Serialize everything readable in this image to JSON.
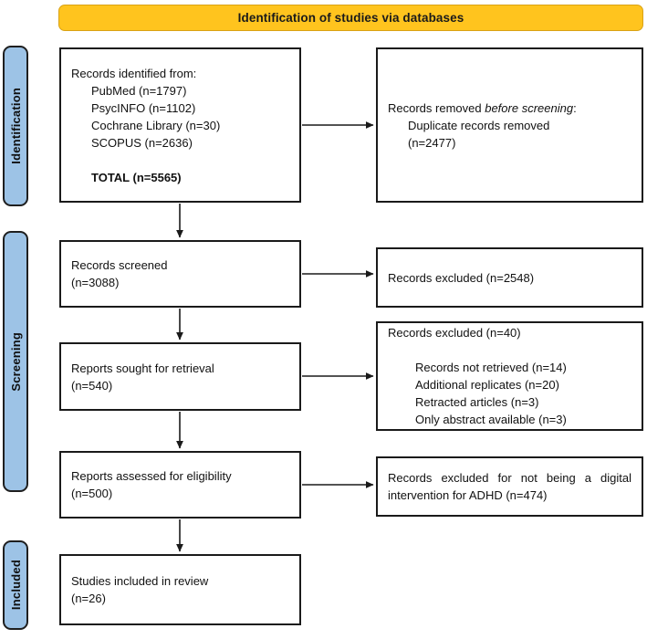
{
  "banner": {
    "title": "Identification of studies via databases",
    "color": "#FFC41E"
  },
  "stages": [
    {
      "name": "identification",
      "label": "Identification",
      "color": "#9DC3E6"
    },
    {
      "name": "screening",
      "label": "Screening",
      "color": "#9DC3E6"
    },
    {
      "name": "included",
      "label": "Included",
      "color": "#9DC3E6"
    }
  ],
  "boxes": {
    "identified": {
      "heading": "Records identified from:",
      "sources": [
        "PubMed (n=1797)",
        "PsycINFO (n=1102)",
        "Cochrane Library (n=30)",
        "SCOPUS (n=2636)"
      ],
      "total": "TOTAL (n=5565)"
    },
    "removed": {
      "line1_prefix": "Records removed ",
      "line1_italic": "before screening",
      "line1_suffix": ":",
      "line2": "Duplicate records removed",
      "line3": "(n=2477)"
    },
    "screened": {
      "line1": "Records screened",
      "line2": "(n=3088)"
    },
    "excluded1": {
      "line1": "Records excluded (n=2548)"
    },
    "sought": {
      "line1": "Reports sought for retrieval",
      "line2": "(n=540)"
    },
    "excluded2": {
      "heading": "Records excluded (n=40)",
      "reasons": [
        "Records not retrieved (n=14)",
        "Additional replicates (n=20)",
        "Retracted articles (n=3)",
        "Only abstract available (n=3)"
      ]
    },
    "assessed": {
      "line1": "Reports assessed for eligibility",
      "line2": "(n=500)"
    },
    "excluded3": {
      "line1": "Records excluded for not being a digital intervention for ADHD (n=474)"
    },
    "included": {
      "line1": "Studies included in review",
      "line2": "(n=26)"
    }
  },
  "chart_data": {
    "type": "diagram",
    "title": "PRISMA flow diagram",
    "nodes": [
      {
        "id": "identified",
        "stage": "Identification",
        "column": "left",
        "label": "Records identified from databases",
        "n": 5565,
        "breakdown": {
          "PubMed": 1797,
          "PsycINFO": 1102,
          "Cochrane Library": 30,
          "SCOPUS": 2636
        }
      },
      {
        "id": "removed",
        "stage": "Identification",
        "column": "right",
        "label": "Records removed before screening: Duplicate records removed",
        "n": 2477
      },
      {
        "id": "screened",
        "stage": "Screening",
        "column": "left",
        "label": "Records screened",
        "n": 3088
      },
      {
        "id": "excluded1",
        "stage": "Screening",
        "column": "right",
        "label": "Records excluded",
        "n": 2548
      },
      {
        "id": "sought",
        "stage": "Screening",
        "column": "left",
        "label": "Reports sought for retrieval",
        "n": 540
      },
      {
        "id": "excluded2",
        "stage": "Screening",
        "column": "right",
        "label": "Records excluded",
        "n": 40,
        "breakdown": {
          "Records not retrieved": 14,
          "Additional replicates": 20,
          "Retracted articles": 3,
          "Only abstract available": 3
        }
      },
      {
        "id": "assessed",
        "stage": "Screening",
        "column": "left",
        "label": "Reports assessed for eligibility",
        "n": 500
      },
      {
        "id": "excluded3",
        "stage": "Screening",
        "column": "right",
        "label": "Records excluded for not being a digital intervention for ADHD",
        "n": 474
      },
      {
        "id": "included",
        "stage": "Included",
        "column": "left",
        "label": "Studies included in review",
        "n": 26
      }
    ],
    "edges": [
      {
        "from": "identified",
        "to": "removed",
        "direction": "right"
      },
      {
        "from": "identified",
        "to": "screened",
        "direction": "down"
      },
      {
        "from": "screened",
        "to": "excluded1",
        "direction": "right"
      },
      {
        "from": "screened",
        "to": "sought",
        "direction": "down"
      },
      {
        "from": "sought",
        "to": "excluded2",
        "direction": "right"
      },
      {
        "from": "sought",
        "to": "assessed",
        "direction": "down"
      },
      {
        "from": "assessed",
        "to": "excluded3",
        "direction": "right"
      },
      {
        "from": "assessed",
        "to": "included",
        "direction": "down"
      }
    ]
  }
}
